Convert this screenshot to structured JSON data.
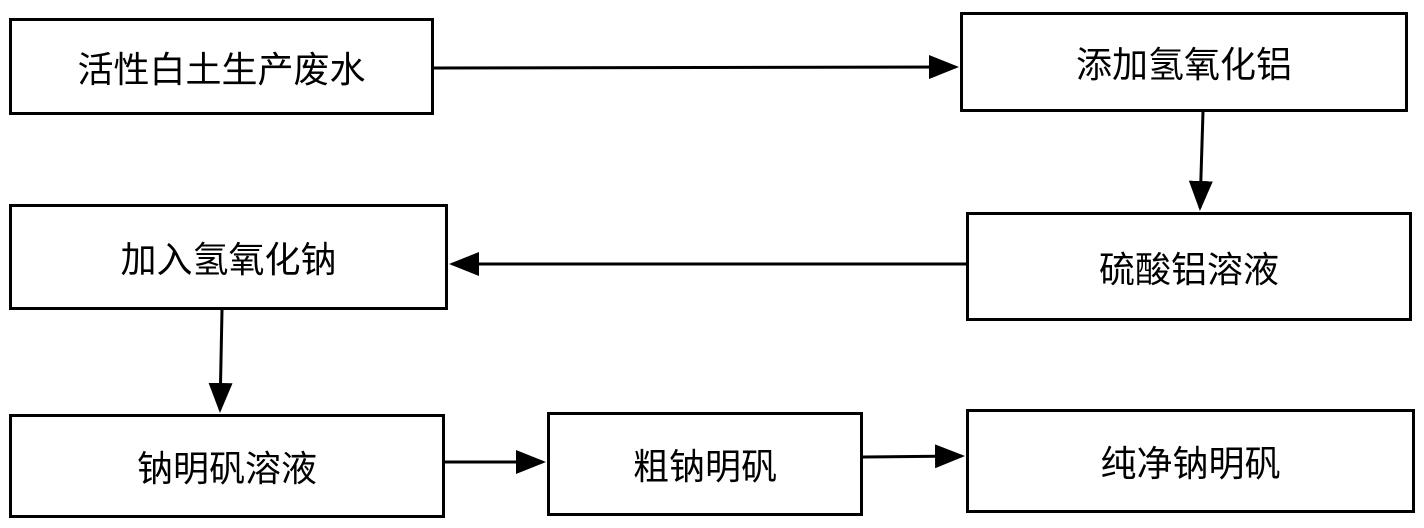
{
  "nodes": {
    "n1": "活性白土生产废水",
    "n2": "添加氢氧化铝",
    "n3": "硫酸铝溶液",
    "n4": "加入氢氧化钠",
    "n5": "钠明矾溶液",
    "n6": "粗钠明矾",
    "n7": "纯净钠明矾"
  },
  "edges": [
    {
      "from": "n1",
      "to": "n2"
    },
    {
      "from": "n2",
      "to": "n3"
    },
    {
      "from": "n3",
      "to": "n4"
    },
    {
      "from": "n4",
      "to": "n5"
    },
    {
      "from": "n5",
      "to": "n6"
    },
    {
      "from": "n6",
      "to": "n7"
    }
  ],
  "colors": {
    "line": "#000000",
    "box_border": "#000000",
    "background": "#ffffff"
  }
}
